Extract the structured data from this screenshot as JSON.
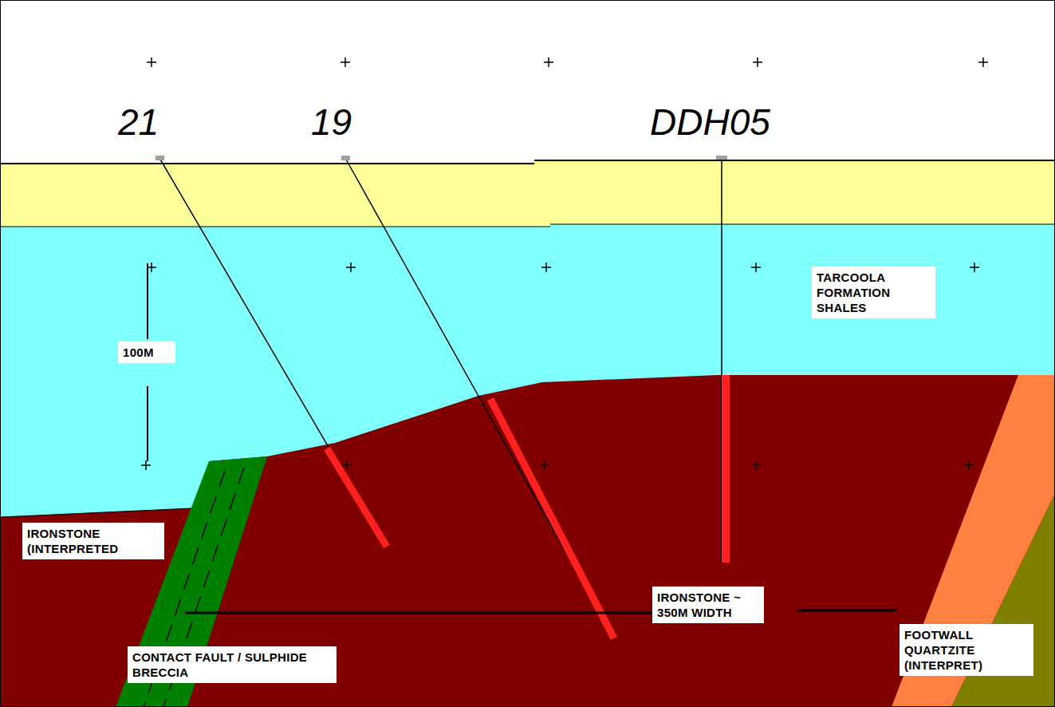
{
  "diagram": {
    "nodes": [
      {
        "text": [
          "TARCOOLA FORMATION SHALES"
        ]
      },
      {
        "text": [
          "100M"
        ]
      },
      {
        "text": [
          "IRONSTONE (INTERPRETED"
        ]
      },
      {
        "text": [
          "IRONSTONE ~ 350M WIDTH"
        ]
      },
      {
        "text": [
          "FOOTWALL QUARTZITE (INTERPRET)"
        ]
      },
      {
        "text": [
          "CONTACT FAULT / SULPHIDE BRECCIA"
        ]
      }
    ],
    "labels": [
      "21",
      "19",
      "DDH05"
    ]
  }
}
